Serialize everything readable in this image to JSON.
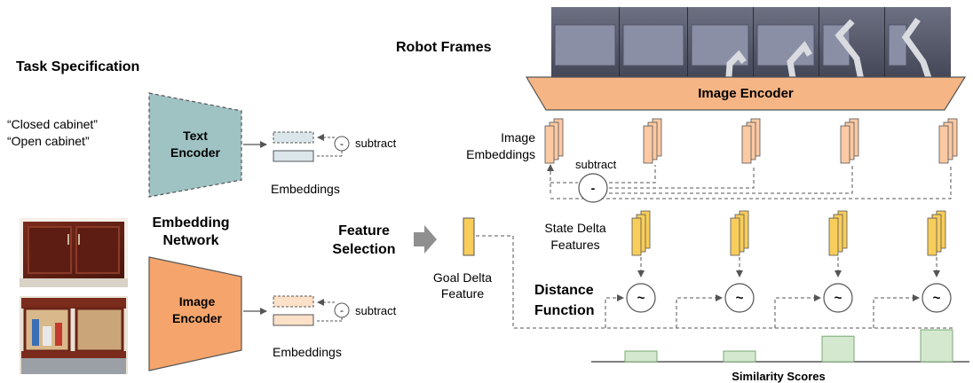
{
  "headings": {
    "task_specification": "Task Specification",
    "robot_frames": "Robot Frames",
    "embedding_network_line1": "Embedding",
    "embedding_network_line2": "Network",
    "feature_selection_line1": "Feature",
    "feature_selection_line2": "Selection",
    "distance_function_line1": "Distance",
    "distance_function_line2": "Function",
    "similarity_scores": "Similarity Scores"
  },
  "task_texts": [
    "“Closed cabinet”",
    "“Open cabinet”"
  ],
  "text_encoder": {
    "line1": "Text",
    "line2": "Encoder"
  },
  "image_encoder_left": {
    "line1": "Image",
    "line2": "Encoder"
  },
  "image_encoder_top": "Image Encoder",
  "embeddings_label_top": "Embeddings",
  "embeddings_label_bottom": "Embeddings",
  "subtract_label_text": "subtract",
  "subtract_label_image": "subtract",
  "subtract_label_frames": "subtract",
  "minus_symbol": "-",
  "image_embeddings": {
    "line1": "Image",
    "line2": "Embeddings"
  },
  "state_delta": {
    "line1": "State Delta",
    "line2": "Features"
  },
  "goal_delta": {
    "line1": "Goal Delta",
    "line2": "Feature"
  },
  "tilde_symbol": "~",
  "similarity_scores": {
    "values": [
      1,
      1,
      2.4,
      3.0
    ]
  },
  "colors": {
    "text_encoder_fill": "#9fc2c3",
    "image_encoder_fill": "#f5a56c",
    "image_encoder_top_fill": "#f6b585",
    "image_embedding_fill": "#fbc9a3",
    "state_delta_fill": "#f8cd5a",
    "goal_delta_fill": "#f8cd5a",
    "score_bar_fill": "#d4e8cf",
    "score_bar_stroke": "#7aa874",
    "text_embedding_fill": "#dbe6ea",
    "image_embedding_small_fill": "#fde0c8"
  }
}
